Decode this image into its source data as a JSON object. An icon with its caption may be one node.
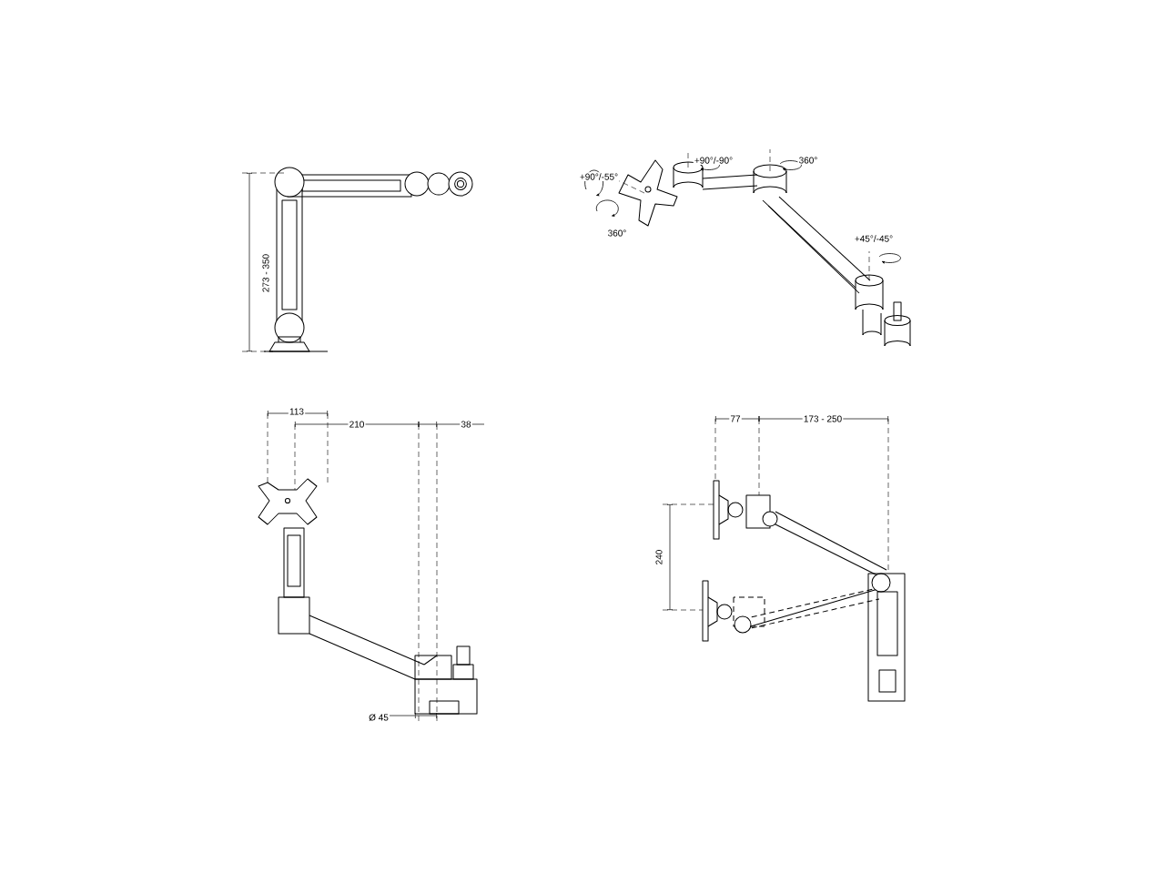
{
  "diagram": {
    "labels": [
      "273 - 350",
      "+90°/-90°",
      "360°",
      "+90°/-55°",
      "360°",
      "+45°/-45°",
      "113",
      "210",
      "38",
      "Ø 45",
      "77",
      "173 - 250",
      "240"
    ]
  }
}
